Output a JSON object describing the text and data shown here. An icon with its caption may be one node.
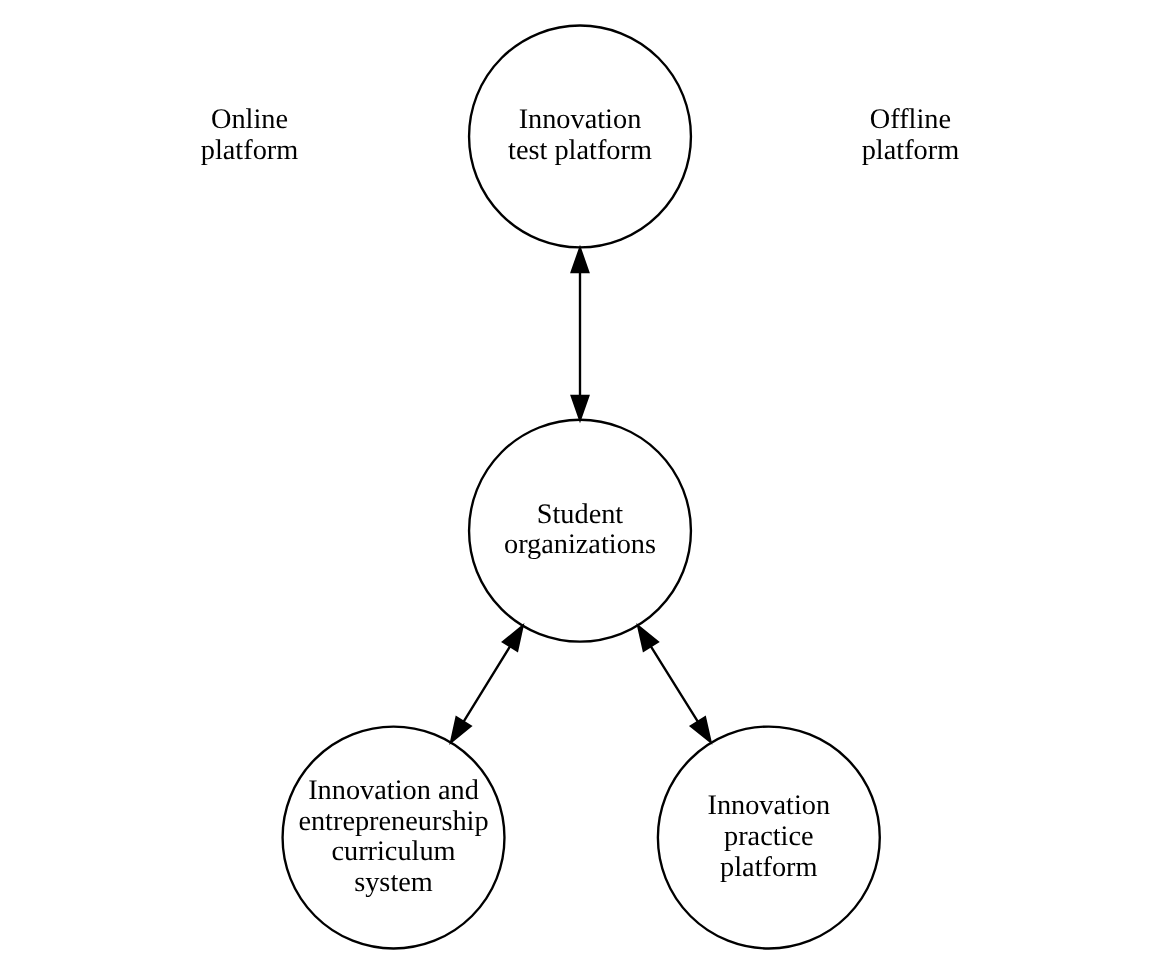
{
  "diagram": {
    "nodes": [
      {
        "text": [
          "Innovation test platform"
        ]
      },
      {
        "text": [
          "Student organizations"
        ]
      },
      {
        "text": [
          "Innovation and entrepreneurship curriculum system"
        ]
      },
      {
        "text": [
          "Innovation practice platform"
        ]
      }
    ],
    "edges": [
      {
        "from": 0,
        "to": 1,
        "arrow": "both"
      },
      {
        "from": 1,
        "to": 2,
        "arrow": "both"
      },
      {
        "from": 1,
        "to": 3,
        "arrow": "both"
      }
    ],
    "labels": [
      "Online platform",
      "Offline platform"
    ]
  }
}
